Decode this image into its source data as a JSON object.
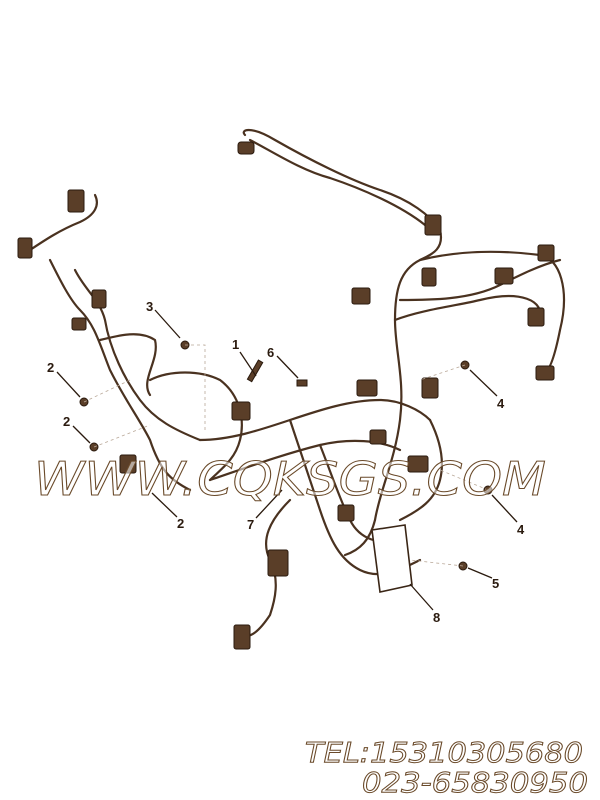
{
  "diagram": {
    "callouts": [
      {
        "label": "1"
      },
      {
        "label": "2"
      },
      {
        "label": "2"
      },
      {
        "label": "2"
      },
      {
        "label": "3"
      },
      {
        "label": "4"
      },
      {
        "label": "4"
      },
      {
        "label": "5"
      },
      {
        "label": "6"
      },
      {
        "label": "7"
      },
      {
        "label": "8"
      }
    ],
    "line_color": "#4a3220"
  },
  "watermark": {
    "site": "WWW.CQKSGS.COM",
    "tel": "TEL:15310305680",
    "phone": "023-65830950",
    "color": "#6a4a2a"
  }
}
